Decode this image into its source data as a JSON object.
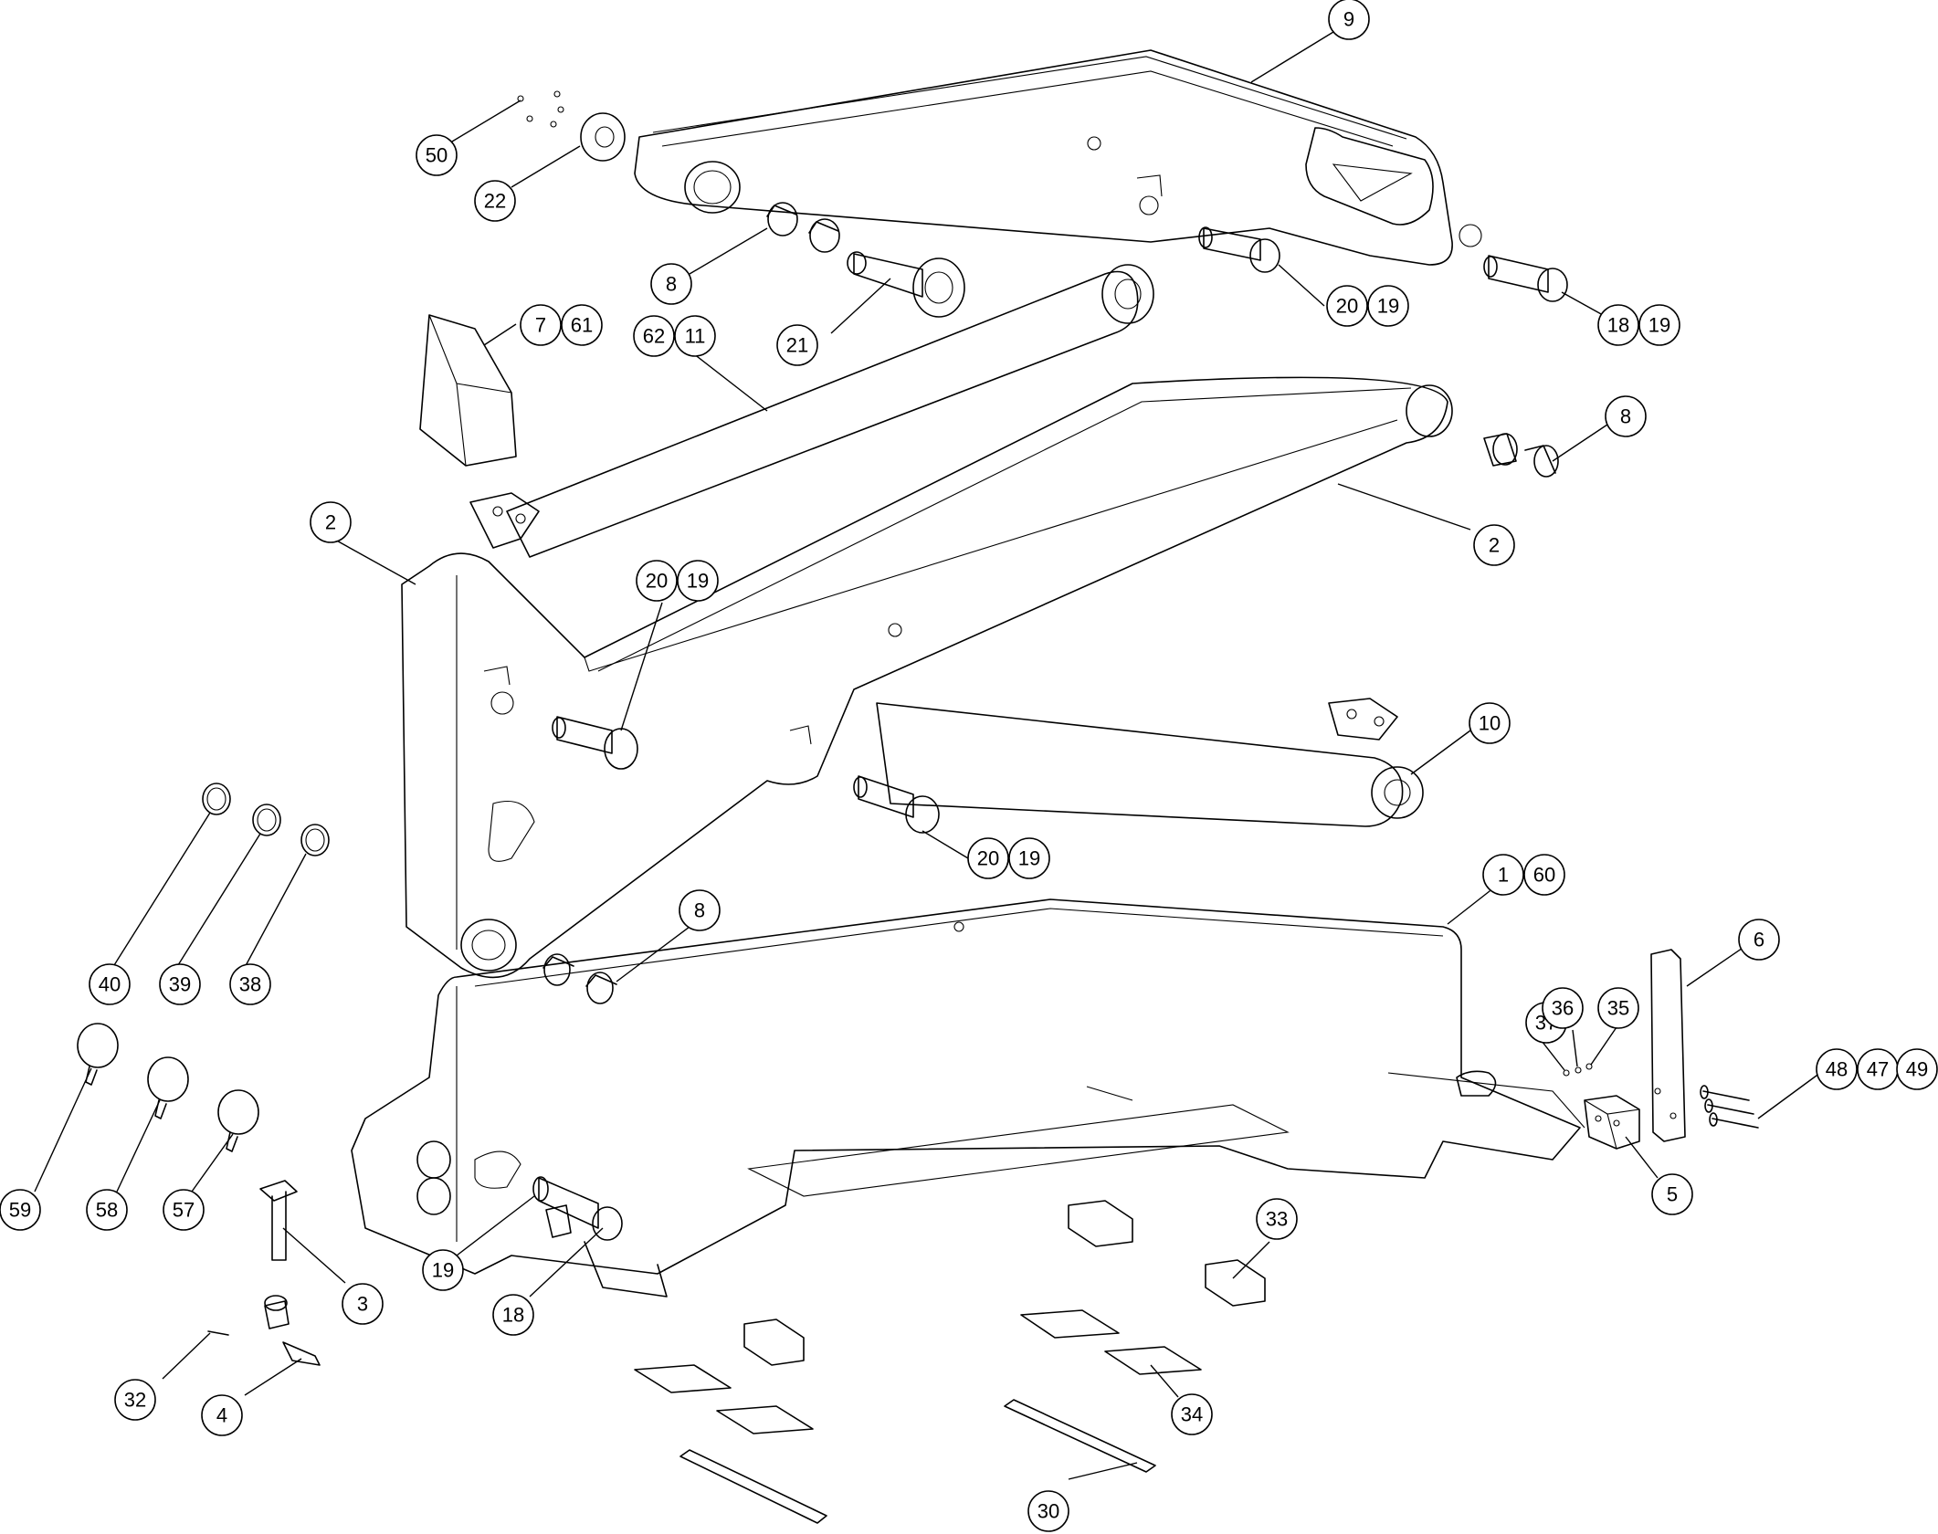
{
  "balloons": [
    {
      "id": "b9",
      "label": "9"
    },
    {
      "id": "b50",
      "label": "50"
    },
    {
      "id": "b22",
      "label": "22"
    },
    {
      "id": "b8a",
      "label": "8"
    },
    {
      "id": "b21",
      "label": "21"
    },
    {
      "id": "b20a",
      "label": "20"
    },
    {
      "id": "b19a",
      "label": "19"
    },
    {
      "id": "b18a",
      "label": "18"
    },
    {
      "id": "b19b",
      "label": "19"
    },
    {
      "id": "b7",
      "label": "7"
    },
    {
      "id": "b61",
      "label": "61"
    },
    {
      "id": "b62",
      "label": "62"
    },
    {
      "id": "b11",
      "label": "11"
    },
    {
      "id": "b8b",
      "label": "8"
    },
    {
      "id": "b2a",
      "label": "2"
    },
    {
      "id": "b2b",
      "label": "2"
    },
    {
      "id": "b20b",
      "label": "20"
    },
    {
      "id": "b19c",
      "label": "19"
    },
    {
      "id": "b10",
      "label": "10"
    },
    {
      "id": "b20c",
      "label": "20"
    },
    {
      "id": "b19d",
      "label": "19"
    },
    {
      "id": "b1",
      "label": "1"
    },
    {
      "id": "b60",
      "label": "60"
    },
    {
      "id": "b8c",
      "label": "8"
    },
    {
      "id": "b40",
      "label": "40"
    },
    {
      "id": "b39",
      "label": "39"
    },
    {
      "id": "b38",
      "label": "38"
    },
    {
      "id": "b6",
      "label": "6"
    },
    {
      "id": "b37",
      "label": "37"
    },
    {
      "id": "b36",
      "label": "36"
    },
    {
      "id": "b35",
      "label": "35"
    },
    {
      "id": "b48",
      "label": "48"
    },
    {
      "id": "b47",
      "label": "47"
    },
    {
      "id": "b49",
      "label": "49"
    },
    {
      "id": "b59",
      "label": "59"
    },
    {
      "id": "b58",
      "label": "58"
    },
    {
      "id": "b57",
      "label": "57"
    },
    {
      "id": "b5",
      "label": "5"
    },
    {
      "id": "b33",
      "label": "33"
    },
    {
      "id": "b3",
      "label": "3"
    },
    {
      "id": "b19e",
      "label": "19"
    },
    {
      "id": "b18b",
      "label": "18"
    },
    {
      "id": "b32",
      "label": "32"
    },
    {
      "id": "b4",
      "label": "4"
    },
    {
      "id": "b34",
      "label": "34"
    },
    {
      "id": "b30",
      "label": "30"
    }
  ]
}
